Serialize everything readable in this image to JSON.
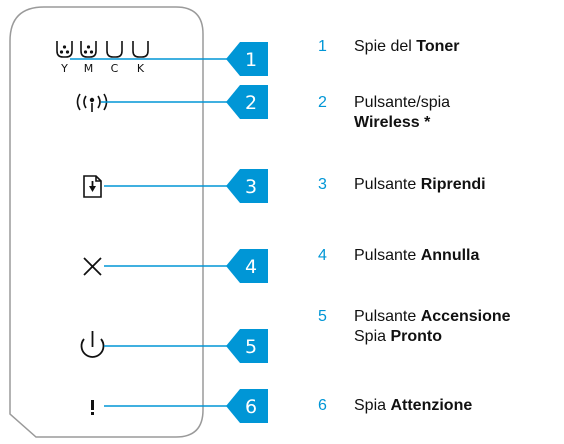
{
  "accent_color": "#0096d6",
  "panel_border_color": "#9a9a9a",
  "toner_labels": [
    "Y",
    "M",
    "C",
    "K"
  ],
  "controls": [
    {
      "icon": "toner-lights-icon"
    },
    {
      "icon": "wireless-icon"
    },
    {
      "icon": "resume-icon"
    },
    {
      "icon": "cancel-icon"
    },
    {
      "icon": "power-icon"
    },
    {
      "icon": "attention-icon"
    }
  ],
  "callouts": [
    "1",
    "2",
    "3",
    "4",
    "5",
    "6"
  ],
  "legend": [
    {
      "num": "1",
      "pre": "Spie del ",
      "bold": "Toner",
      "post": "",
      "line2_pre": "",
      "line2_bold": ""
    },
    {
      "num": "2",
      "pre": "Pulsante/spia",
      "bold": "",
      "post": "",
      "line2_pre": "",
      "line2_bold": "Wireless *"
    },
    {
      "num": "3",
      "pre": "Pulsante ",
      "bold": "Riprendi",
      "post": "",
      "line2_pre": "",
      "line2_bold": ""
    },
    {
      "num": "4",
      "pre": "Pulsante ",
      "bold": "Annulla",
      "post": "",
      "line2_pre": "",
      "line2_bold": ""
    },
    {
      "num": "5",
      "pre": "Pulsante ",
      "bold": "Accensione",
      "post": "",
      "line2_pre": "Spia ",
      "line2_bold": "Pronto"
    },
    {
      "num": "6",
      "pre": "Spia ",
      "bold": "Attenzione",
      "post": "",
      "line2_pre": "",
      "line2_bold": ""
    }
  ]
}
